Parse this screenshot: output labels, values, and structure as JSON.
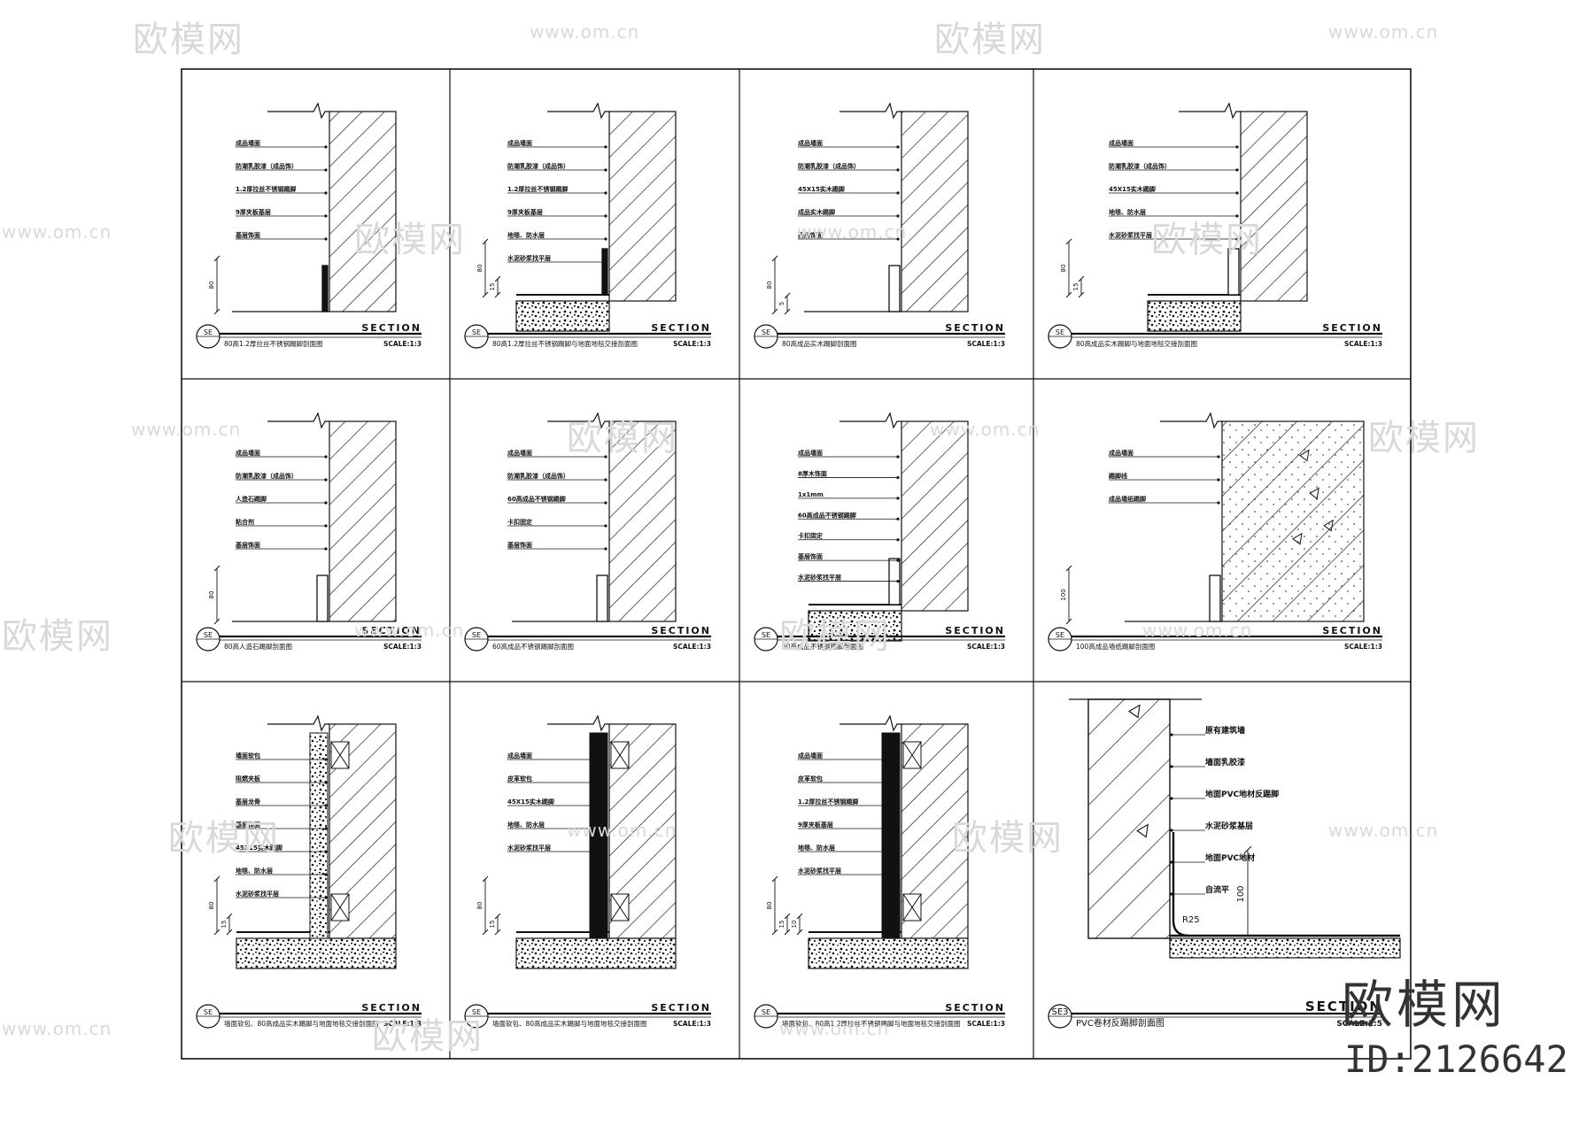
{
  "watermark": {
    "brand": "欧模网",
    "url": "www.om.cn",
    "id": "ID:2126642"
  },
  "sheet": {
    "panels": [
      {
        "code": "SE",
        "section": "SECTION",
        "caption": "80高1.2厚拉丝不锈钢踢脚剖面图",
        "scale": "SCALE:1:3",
        "notes": [
          "成品墙面",
          "防潮乳胶漆（成品饰）",
          "1.2厚拉丝不锈钢踢脚",
          "9厚夹板基层",
          "基层饰面"
        ],
        "dims": [
          "80"
        ]
      },
      {
        "code": "SE",
        "section": "SECTION",
        "caption": "80高1.2厚拉丝不锈钢踢脚与地面地毯交接剖面图",
        "scale": "SCALE:1:3",
        "notes": [
          "成品墙面",
          "防潮乳胶漆（成品饰）",
          "1.2厚拉丝不锈钢踢脚",
          "9厚夹板基层",
          "地毯、防水层",
          "水泥砂浆找平层"
        ],
        "dims": [
          "80",
          "15"
        ]
      },
      {
        "code": "SE",
        "section": "SECTION",
        "caption": "80高成品实木踢脚剖面图",
        "scale": "SCALE:1:3",
        "notes": [
          "成品墙面",
          "防潮乳胶漆（成品饰）",
          "45X15实木踢脚",
          "成品实木踢脚",
          "基层饰面"
        ],
        "dims": [
          "80",
          "5"
        ]
      },
      {
        "code": "SE",
        "section": "SECTION",
        "caption": "80高成品实木踢脚与地面地毯交接剖面图",
        "scale": "SCALE:1:3",
        "notes": [
          "成品墙面",
          "防潮乳胶漆（成品饰）",
          "45X15实木踢脚",
          "地毯、防水层",
          "水泥砂浆找平层"
        ],
        "dims": [
          "80",
          "15"
        ]
      },
      {
        "code": "SE",
        "section": "SECTION",
        "caption": "80高人造石踢脚剖面图",
        "scale": "SCALE:1:3",
        "notes": [
          "成品墙面",
          "防潮乳胶漆（成品饰）",
          "人造石踢脚",
          "粘合剂",
          "基层饰面"
        ],
        "dims": [
          "80"
        ]
      },
      {
        "code": "SE",
        "section": "SECTION",
        "caption": "60高成品不锈钢踢脚剖面图",
        "scale": "SCALE:1:3",
        "notes": [
          "成品墙面",
          "防潮乳胶漆（成品饰）",
          "60高成品不锈钢踢脚",
          "卡扣固定",
          "基层饰面"
        ],
        "dims": []
      },
      {
        "code": "SE",
        "section": "SECTION",
        "caption": "80高成品不锈钢踢脚剖面图",
        "scale": "SCALE:1:3",
        "notes": [
          "成品墙面",
          "8厚木饰面",
          "1x1mm",
          "60高成品不锈钢踢脚",
          "卡扣固定",
          "基层饰面",
          "水泥砂浆找平层"
        ],
        "dims": []
      },
      {
        "code": "SE",
        "section": "SECTION",
        "caption": "100高成品墙纸踢脚剖面图",
        "scale": "SCALE:1:3",
        "notes": [
          "成品墙面",
          "踢脚线",
          "成品墙纸踢脚"
        ],
        "dims": [
          "100"
        ]
      },
      {
        "code": "SE",
        "section": "SECTION",
        "caption": "墙面软包、80高成品实木踢脚与地面地毯交接剖面图",
        "scale": "SCALE:1:3",
        "notes": [
          "墙面软包",
          "阻燃夹板",
          "基层龙骨",
          "基层饰面",
          "45X15实木踢脚",
          "地毯、防水层",
          "水泥砂浆找平层"
        ],
        "dims": [
          "80",
          "15"
        ]
      },
      {
        "code": "SE",
        "section": "SECTION",
        "caption": "墙面软包、80高成品实木踢脚与地面地毯交接剖面图",
        "scale": "SCALE:1:3",
        "notes": [
          "成品墙面",
          "皮革软包",
          "45X15实木踢脚",
          "地毯、防水层",
          "水泥砂浆找平层"
        ],
        "dims": [
          "80",
          "15"
        ]
      },
      {
        "code": "SE",
        "section": "SECTION",
        "caption": "墙面软包、80高1.2厚拉丝不锈钢踢脚与地面地毯交接剖面图",
        "scale": "SCALE:1:3",
        "notes": [
          "成品墙面",
          "皮革软包",
          "1.2厚拉丝不锈钢踢脚",
          "9厚夹板基层",
          "地毯、防水层",
          "水泥砂浆找平层"
        ],
        "dims": [
          "80",
          "15",
          "10"
        ]
      },
      {
        "code": "SE3",
        "section": "SECTION",
        "caption": "PVC卷材反踢脚剖面图",
        "scale": "SCALE:1:5",
        "notes": [
          "原有建筑墙",
          "墙面乳胶漆",
          "地面PVC地材反踢脚",
          "水泥砂浆基层",
          "地面PVC地材",
          "自流平"
        ],
        "dims": [
          "100",
          "R25"
        ]
      }
    ]
  }
}
